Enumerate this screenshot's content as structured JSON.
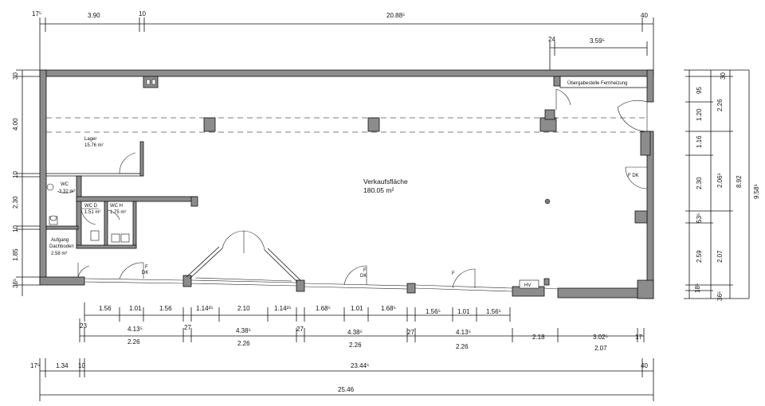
{
  "rooms": {
    "lager_name": "Lager",
    "lager_area": "15.76 m²",
    "wc_name": "WC",
    "wc_area": "3.32 m²",
    "wcd_name": "WC D",
    "wcd_area": "1.51 m²",
    "wch_name": "WC H",
    "wch_area": "1.75 m²",
    "aufgang_name": "Aufgang",
    "aufgang_sub": "Dachboden",
    "aufgang_area": "2.58 m²",
    "verkauf_name": "Verkaufsfläche",
    "verkauf_area": "180.05 m²",
    "uebergabe": "Übergabestelle Fernheizung",
    "hv": "HV"
  },
  "tags": {
    "fdk": "F DK",
    "f": "F",
    "dk": "DK"
  },
  "dims_top": {
    "a1": "17⁵",
    "a2": "3.90",
    "a3": "10",
    "a4": "20.88⁵",
    "a5": "40",
    "b1": "24",
    "b2": "3.59⁵"
  },
  "dims_right": {
    "r30": "30",
    "r95": "95",
    "r120": "1.20",
    "r226": "2.26",
    "r116": "1.16",
    "r230": "2.30",
    "r206": "2.06⁵",
    "r892": "8.92",
    "r958": "9.58⁵",
    "r53": "53⁵",
    "r259": "2.59",
    "r207": "2.07",
    "r18": "18⁵",
    "r36": "36⁵"
  },
  "dims_left": {
    "l30": "30",
    "l400": "4.00",
    "l10a": "10",
    "l230": "2.30",
    "l10b": "10",
    "l185": "1.85",
    "l36": "36⁵"
  },
  "dims_bottom": {
    "row1": [
      "1.56",
      "1.01",
      "1.56",
      "1.14²⁵",
      "2.10",
      "1.14²⁵",
      "1.68⁵",
      "1.01",
      "1.68⁵",
      "1.56⁵",
      "1.01",
      "1.56⁵"
    ],
    "row2_top": [
      "23",
      "4.13⁵",
      "27",
      "4.38⁵",
      "27",
      "4.38⁵",
      "27",
      "4.13⁵",
      "2.18",
      "3.02⁵",
      "17"
    ],
    "row2_bot": [
      "2.26",
      "2.26",
      "2.26",
      "2.26",
      "2.07"
    ],
    "row3": [
      "17⁵",
      "1.34",
      "10",
      "23.44⁵",
      "40"
    ],
    "total": "25.46"
  }
}
